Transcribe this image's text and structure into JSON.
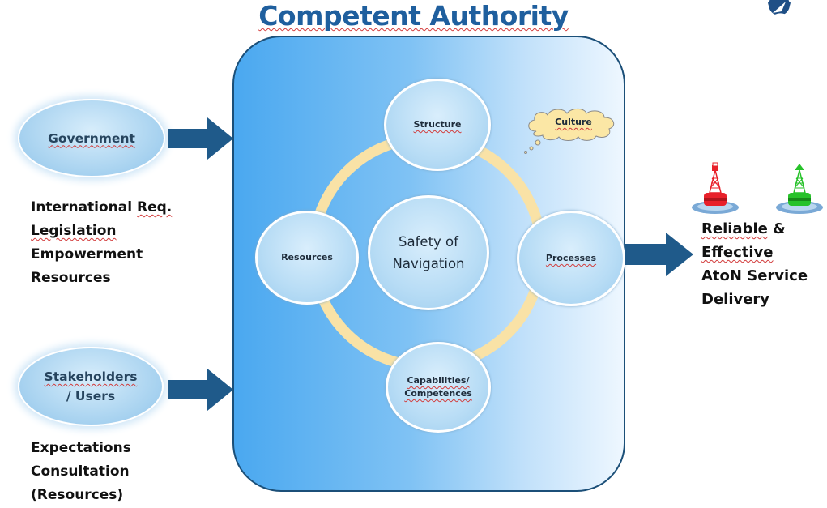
{
  "title": "Competent Authority",
  "center": {
    "line1": "Safety of",
    "line2": "Navigation"
  },
  "nodes": {
    "structure": "Structure",
    "processes": "Processes",
    "capabilities_line1": "Capabilities/",
    "capabilities_line2": "Competences",
    "resources": "Resources"
  },
  "culture": "Culture",
  "government": {
    "label": "Government",
    "items": [
      "International Req.",
      "Legislation",
      "Empowerment",
      "Resources"
    ]
  },
  "stakeholders": {
    "label_line1": "Stakeholders",
    "label_line2": "/ Users",
    "items": [
      "Expectations",
      "Consultation",
      "(Resources)"
    ]
  },
  "output": {
    "lines": [
      "Reliable &",
      "Effective",
      "AtoN Service",
      "Delivery"
    ]
  },
  "colors": {
    "title": "#1f5f9e",
    "arrow": "#1f5a8a",
    "box_border": "#1b4f78",
    "ring": "#f9e2a6",
    "cloud_fill": "#fbe7a5",
    "buoy_red": "#e8202a",
    "buoy_green": "#27c22a"
  },
  "icons": {
    "logo": "compass-needle-logo-icon",
    "buoy_left": "red-buoy-icon",
    "buoy_right": "green-buoy-icon"
  }
}
